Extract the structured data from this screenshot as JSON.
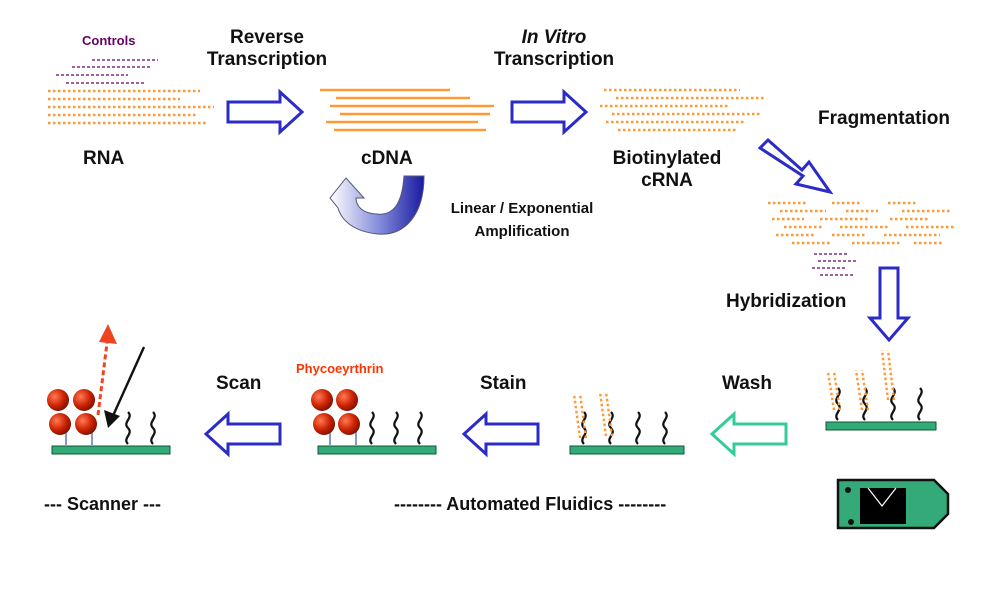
{
  "labels": {
    "controls": "Controls",
    "rna": "RNA",
    "reverse_transcription": [
      "Reverse",
      "Transcription"
    ],
    "cdna": "cDNA",
    "in_vitro": "In Vitro",
    "transcription": "Transcription",
    "biotinylated_crna": [
      "Biotinylated",
      "cRNA"
    ],
    "fragmentation": "Fragmentation",
    "amplification": [
      "Linear / Exponential",
      "Amplification"
    ],
    "hybridization": "Hybridization",
    "wash": "Wash",
    "stain": "Stain",
    "phycoerythrin": "Phycoeyrthrin",
    "scan": "Scan",
    "scanner": "--- Scanner ---",
    "automated_fluidics": "-------- Automated Fluidics --------"
  },
  "colors": {
    "orange": "#ff9933",
    "purple": "#660066",
    "blue_arrow": "#2b2bc8",
    "teal_arrow": "#33cc99",
    "chip_green": "#33aa77",
    "bead_red": "#cc2200",
    "laser_red": "#ee4422",
    "phyco_red": "#ff3300"
  },
  "icons": [
    "probe-array-chip-icon",
    "fluidics-cartridge-icon",
    "amplification-loop-icon"
  ]
}
